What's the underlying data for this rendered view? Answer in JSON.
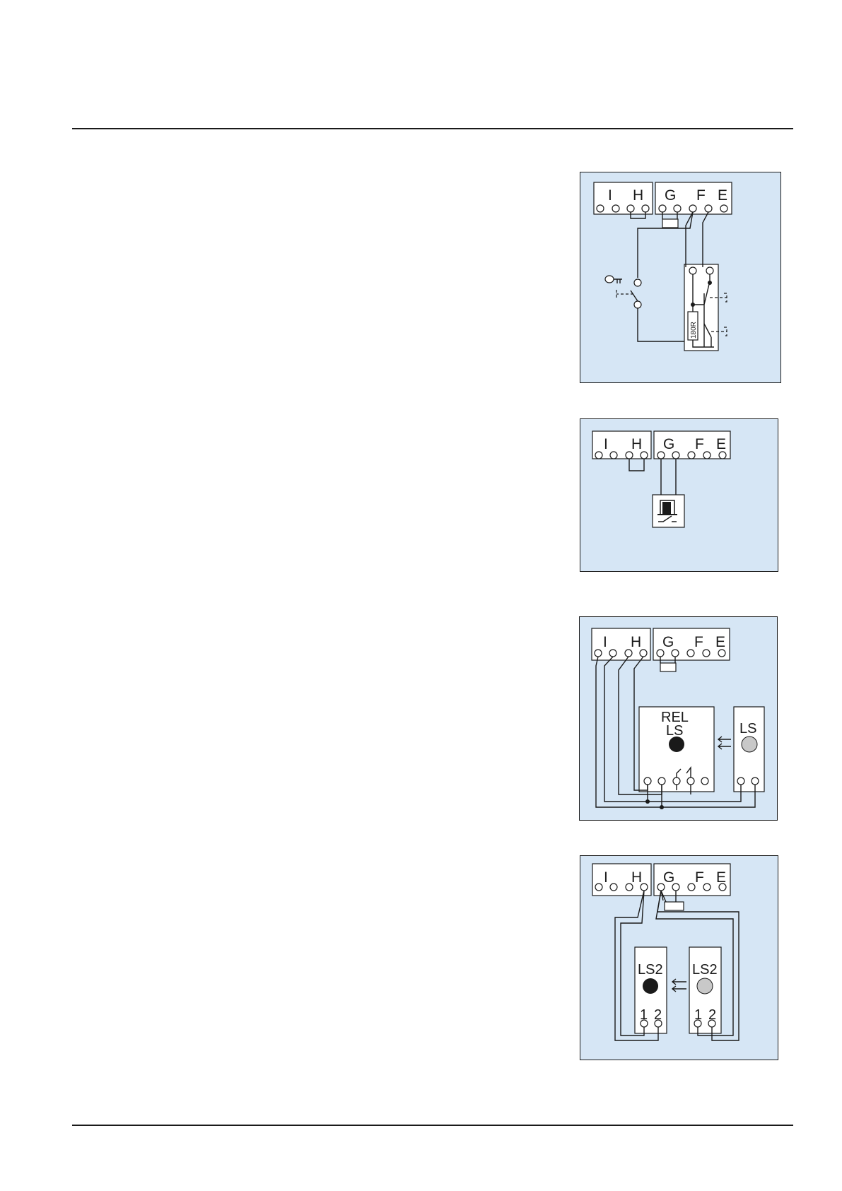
{
  "terminal_groups": {
    "left": [
      "I",
      "H"
    ],
    "right": [
      "G",
      "F",
      "E"
    ]
  },
  "diagram1": {
    "resistor_label": "180R",
    "icon": "key-switch-icon"
  },
  "diagram2": {
    "icon": "door-contact-icon"
  },
  "diagram3": {
    "receiver_label_line1": "REL",
    "receiver_label_line2": "LS",
    "transmitter_label": "LS"
  },
  "diagram4": {
    "receiver_label": "LS2",
    "transmitter_label": "LS2",
    "pin1": "1",
    "pin2": "2"
  },
  "colors": {
    "panel_background": "#d6e6f5",
    "line": "#1a1a1a",
    "receiver_lens": "#1a1a1a",
    "transmitter_lens": "#c8c8c8"
  }
}
